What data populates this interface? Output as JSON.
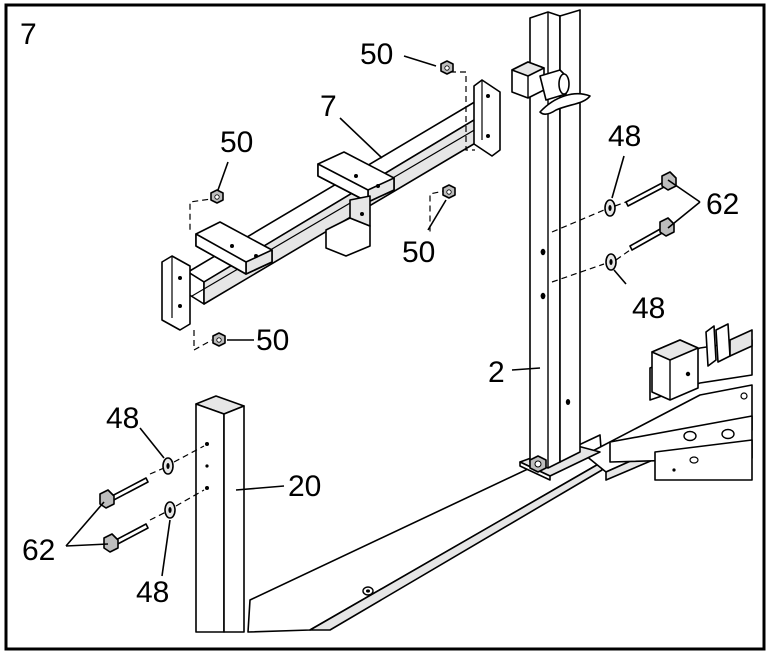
{
  "diagram": {
    "step_number": "7",
    "callouts": {
      "crossbar": "7",
      "upright_right": "2",
      "upright_left": "20",
      "nut_top": "50",
      "nut_left_top": "50",
      "nut_right_mid": "50",
      "nut_left_bottom": "50",
      "washer_right_top": "48",
      "washer_right_bottom": "48",
      "bolt_right": "62",
      "washer_left_top": "48",
      "washer_left_bottom": "48",
      "bolt_left": "62"
    }
  }
}
